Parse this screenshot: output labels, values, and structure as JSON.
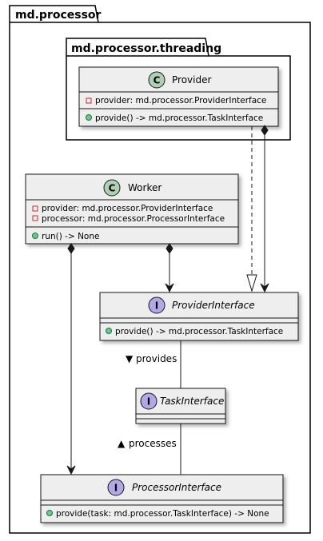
{
  "packages": {
    "outer": {
      "title": "md.processor"
    },
    "inner": {
      "title": "md.processor.threading"
    }
  },
  "classes": {
    "provider": {
      "stereotype": "C",
      "name": "Provider",
      "fields": [
        "provider: md.processor.ProviderInterface"
      ],
      "methods": [
        "provide() -> md.processor.TaskInterface"
      ]
    },
    "worker": {
      "stereotype": "C",
      "name": "Worker",
      "fields": [
        "provider: md.processor.ProviderInterface",
        "processor: md.processor.ProcessorInterface"
      ],
      "methods": [
        "run() -> None"
      ]
    },
    "provider_interface": {
      "stereotype": "I",
      "name": "ProviderInterface",
      "methods": [
        "provide() -> md.processor.TaskInterface"
      ]
    },
    "task_interface": {
      "stereotype": "I",
      "name": "TaskInterface"
    },
    "processor_interface": {
      "stereotype": "I",
      "name": "ProcessorInterface",
      "methods": [
        "provide(task: md.processor.TaskInterface) -> None"
      ]
    }
  },
  "associations": {
    "provides": {
      "arrow": "▼",
      "label": "provides"
    },
    "processes": {
      "arrow": "▲",
      "label": "processes"
    }
  },
  "colors": {
    "class_fill": "#eeeeee",
    "class_stroke": "#181818",
    "class_badge": "#add1b2",
    "interface_badge": "#b4a7e5",
    "private_member": "#c82930",
    "public_method": "#84be84"
  }
}
